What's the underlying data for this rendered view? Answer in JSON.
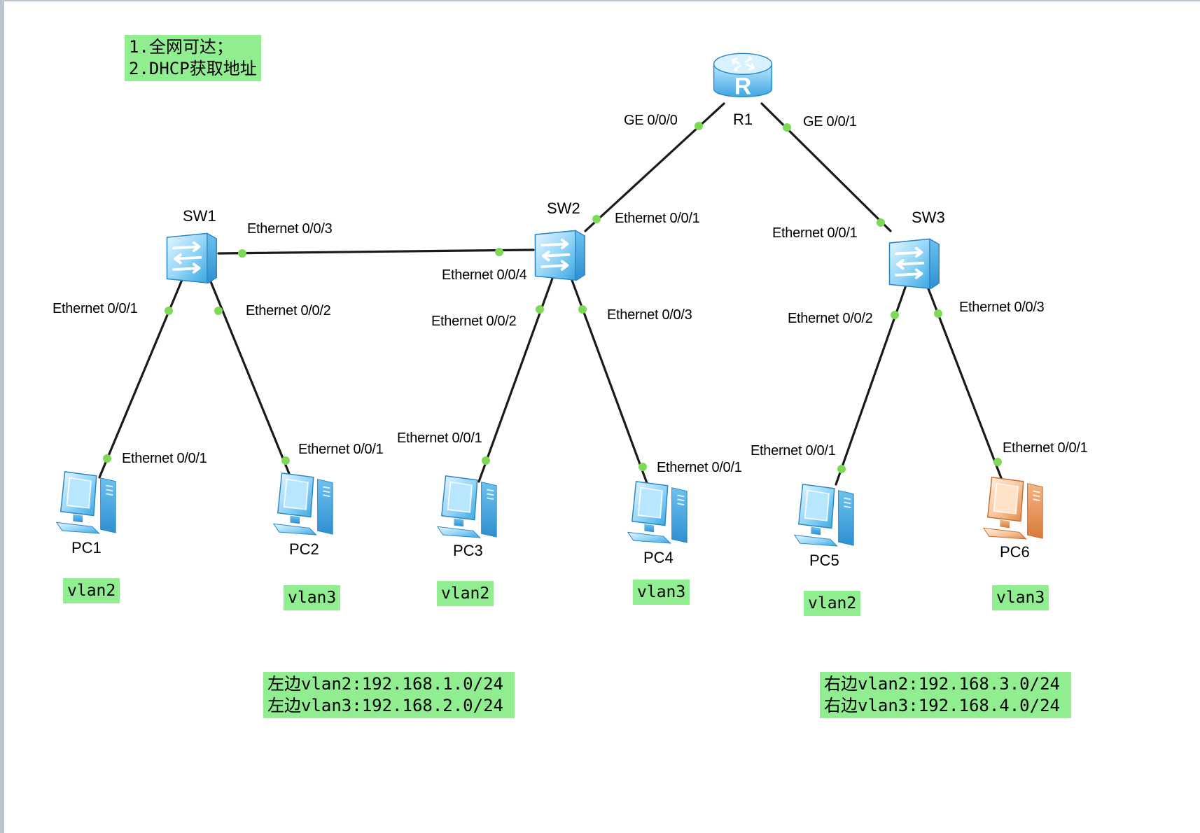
{
  "notes": {
    "objectives": [
      "1.全网可达；",
      "2.DHCP获取地址"
    ],
    "left_subnets": [
      "左边vlan2:192.168.1.0/24",
      "左边vlan3:192.168.2.0/24"
    ],
    "right_subnets": [
      "右边vlan2:192.168.3.0/24",
      "右边vlan3:192.168.4.0/24"
    ]
  },
  "devices": {
    "router": "R1",
    "switches": [
      "SW1",
      "SW2",
      "SW3"
    ],
    "pcs": [
      "PC1",
      "PC2",
      "PC3",
      "PC4",
      "PC5",
      "PC6"
    ]
  },
  "vlans": [
    "vlan2",
    "vlan3",
    "vlan2",
    "vlan3",
    "vlan2",
    "vlan3"
  ],
  "ports": {
    "r1_left": "GE 0/0/0",
    "r1_right": "GE 0/0/1",
    "sw2_up": "Ethernet 0/0/1",
    "sw3_up": "Ethernet 0/0/1",
    "sw1_right": "Ethernet 0/0/3",
    "sw2_left": "Ethernet 0/0/4",
    "sw1_pc1": "Ethernet 0/0/1",
    "sw1_pc2": "Ethernet 0/0/2",
    "sw2_pc3": "Ethernet 0/0/2",
    "sw2_pc4": "Ethernet 0/0/3",
    "sw3_pc5": "Ethernet 0/0/2",
    "sw3_pc6": "Ethernet 0/0/3",
    "pc1": "Ethernet 0/0/1",
    "pc2": "Ethernet 0/0/1",
    "pc3": "Ethernet 0/0/1",
    "pc4": "Ethernet 0/0/1",
    "pc5": "Ethernet 0/0/1",
    "pc6": "Ethernet 0/0/1"
  },
  "colors": {
    "note_bg": "#90ee90",
    "link_line": "#1a1a1a",
    "port_dot": "#7ed957",
    "device_blue": "#5ab4ea",
    "pc6_orange": "#f0a060"
  },
  "icons": {
    "router": "router-icon",
    "switch": "switch-icon",
    "pc": "pc-icon"
  }
}
